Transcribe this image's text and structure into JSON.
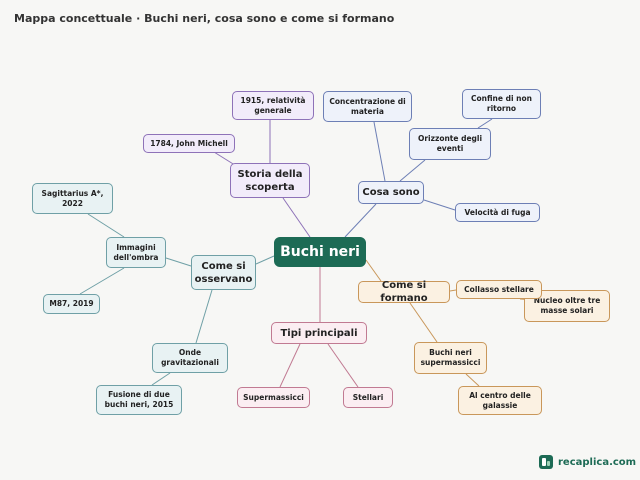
{
  "title": "Mappa concettuale · Buchi neri, cosa sono e come si formano",
  "colors": {
    "root": "#1d6b55",
    "purple": "#8e72b8",
    "blue": "#6d7fb5",
    "teal": "#6fa0a6",
    "pink": "#c17a92",
    "orange": "#c9975a"
  },
  "nodes": {
    "root": "Buchi neri",
    "storia": "Storia della scoperta",
    "relativita": "1915, relatività generale",
    "michell": "1784, John Michell",
    "cosa_sono": "Cosa sono",
    "concentrazione": "Concentrazione di materia",
    "orizzonte": "Orizzonte degli eventi",
    "confine": "Confine di non ritorno",
    "velocita": "Velocità di fuga",
    "osservano": "Come si osservano",
    "immagini": "Immagini dell'ombra",
    "sagittarius": "Sagittarius A*, 2022",
    "m87": "M87, 2019",
    "onde": "Onde gravitazionali",
    "fusione": "Fusione di due buchi neri, 2015",
    "tipi": "Tipi principali",
    "supermassicci": "Supermassicci",
    "stellari": "Stellari",
    "formano": "Come si formano",
    "collasso": "Collasso stellare",
    "nucleo": "Nucleo oltre tre masse solari",
    "bn_supermassicci": "Buchi neri supermassicci",
    "centro": "Al centro delle galassie"
  },
  "logo": {
    "text": "recaplica.com",
    "icon": "recaplica-logo-icon"
  }
}
